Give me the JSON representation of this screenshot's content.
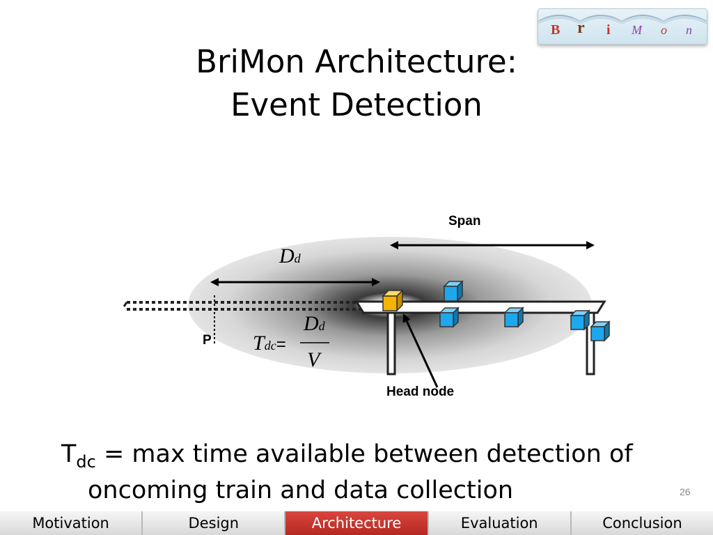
{
  "logo": {
    "letters": [
      "B",
      "r",
      "i",
      "M",
      "o",
      "n"
    ],
    "letter_colors": [
      "#c0392b",
      "#7a3b10",
      "#c0392b",
      "#8e44ad",
      "#c0392b",
      "#8e44ad"
    ]
  },
  "title": {
    "line1": "BriMon Architecture:",
    "line2": "Event Detection"
  },
  "diagram": {
    "span_label": "Span",
    "distance_symbol": "D",
    "distance_subscript": "d",
    "point_label": "P",
    "head_node_label": "Head node",
    "formula": {
      "lhs": "T",
      "lhs_sub": "dc",
      "equals": "=",
      "numerator": "D",
      "numerator_sub": "d",
      "denominator": "V"
    },
    "colors": {
      "head_node": "#f4b400",
      "sensor_node": "#1ea7ec",
      "bridge": "#222222"
    }
  },
  "caption": {
    "symbol": "T",
    "symbol_sub": "dc",
    "text_line1": " = max time available between detection of",
    "text_line2": "oncoming train and data collection"
  },
  "page_number": "26",
  "nav": {
    "tabs": [
      "Motivation",
      "Design",
      "Architecture",
      "Evaluation",
      "Conclusion"
    ],
    "active": "Architecture",
    "active_color": "#c0312b"
  }
}
